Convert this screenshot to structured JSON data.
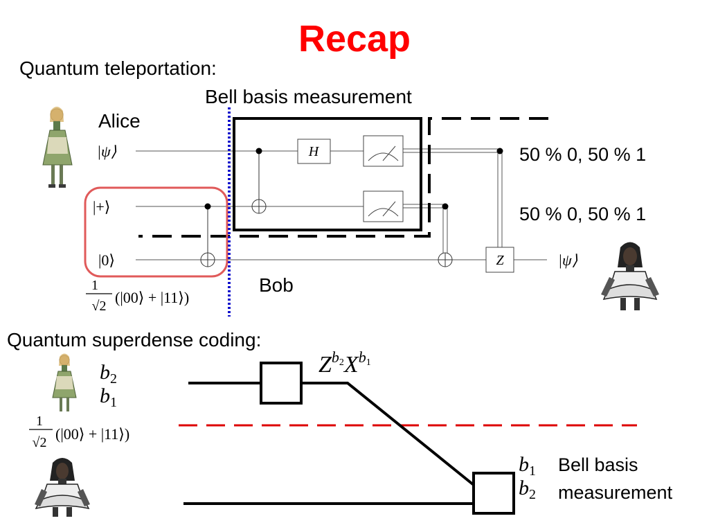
{
  "slide": {
    "title": "Recap",
    "title_color": "#ff0000"
  },
  "teleportation": {
    "heading": "Quantum teleportation:",
    "bell_label": "Bell basis measurement",
    "alice_label": "Alice",
    "bob_label": "Bob",
    "wire_labels": {
      "psi_in": "|ψ⟩",
      "plus": "|+⟩",
      "zero": "|0⟩",
      "psi_out": "|ψ⟩"
    },
    "gates": {
      "hadamard": "H",
      "z": "Z"
    },
    "outcome_top": "50 % 0, 50 % 1",
    "outcome_bottom": "50 % 0, 50 % 1",
    "bell_state": {
      "numerator": "1",
      "denominator": "√2",
      "expression": "(|00⟩ + |11⟩)"
    },
    "highlight_color": "#e05a5a",
    "divider_color": "#1010cc"
  },
  "superdense": {
    "heading": "Quantum superdense coding:",
    "alice_bits": [
      "b",
      "2",
      "b",
      "1"
    ],
    "bell_state": {
      "numerator": "1",
      "denominator": "√2",
      "expression": "(|00⟩ + |11⟩)"
    },
    "operator": {
      "z": "Z",
      "z_exp_base": "b",
      "z_exp_sub": "2",
      "x": "X",
      "x_exp_base": "b",
      "x_exp_sub": "1"
    },
    "bob_bits": [
      "b",
      "1",
      "b",
      "2"
    ],
    "measurement_line1": "Bell basis",
    "measurement_line2": "measurement",
    "divider_color": "#dd0000"
  },
  "icons": {
    "alice": "alice-figure-icon",
    "bob": "bob-figure-icon"
  }
}
